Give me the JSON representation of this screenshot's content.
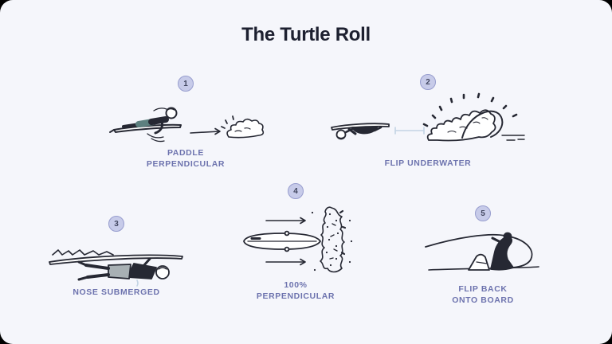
{
  "title": "The Turtle Roll",
  "colors": {
    "canvas": "#000000",
    "card_background": "#f5f6fb",
    "title_text": "#1d2030",
    "step_label_text": "#6d73ae",
    "badge_fill": "#c7cbe9",
    "badge_border": "#979dce",
    "badge_number_text": "#41465f",
    "illustration_ink": "#262833",
    "wetsuit_teal": "#5d807f",
    "shorts_gray": "#a8b0b4",
    "water_line_blue": "#c3d4e4"
  },
  "steps": [
    {
      "number": "1",
      "label": "PADDLE\nPERPENDICULAR",
      "illustration": "surfer-paddling-toward-wave-illustration"
    },
    {
      "number": "2",
      "label": "FLIP UNDERWATER",
      "illustration": "surfer-flipped-under-board-before-breaking-wave-illustration"
    },
    {
      "number": "3",
      "label": "NOSE SUBMERGED",
      "illustration": "surfer-hanging-under-board-nose-submerged-illustration"
    },
    {
      "number": "4",
      "label": "100%\nPERPENDICULAR",
      "illustration": "surfboard-top-view-perpendicular-to-whitewater-illustration"
    },
    {
      "number": "5",
      "label": "FLIP BACK\nONTO BOARD",
      "illustration": "surfer-flipping-back-onto-board-illustration"
    }
  ]
}
